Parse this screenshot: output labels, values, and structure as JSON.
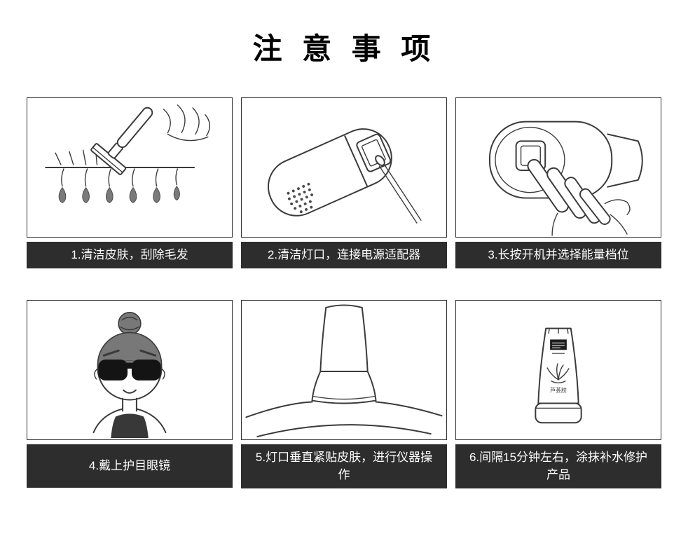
{
  "page": {
    "title": "注 意 事 项"
  },
  "colors": {
    "background": "#ffffff",
    "caption_bg": "#2d2d2d",
    "caption_text": "#ffffff",
    "panel_border": "#2f2f2f",
    "line_art": "#3a3a3a"
  },
  "steps": [
    {
      "id": 1,
      "caption": "1.清洁皮肤，刮除毛发",
      "illustration": "razor-shaving-skin"
    },
    {
      "id": 2,
      "caption": "2.清洁灯口，连接电源适配器",
      "illustration": "clean-lamp-port-swab"
    },
    {
      "id": 3,
      "caption": "3.长按开机并选择能量档位",
      "illustration": "hand-pressing-power-button"
    },
    {
      "id": 4,
      "caption": "4.戴上护目眼镜",
      "illustration": "girl-wearing-goggles"
    },
    {
      "id": 5,
      "caption": "5.灯口垂直紧贴皮肤，进行仪器操作",
      "illustration": "device-flush-on-skin"
    },
    {
      "id": 6,
      "caption": "6.间隔15分钟左右，涂抹补水修护产品",
      "illustration": "aloe-gel-tube"
    }
  ],
  "tube": {
    "label": "芦荟胶"
  }
}
